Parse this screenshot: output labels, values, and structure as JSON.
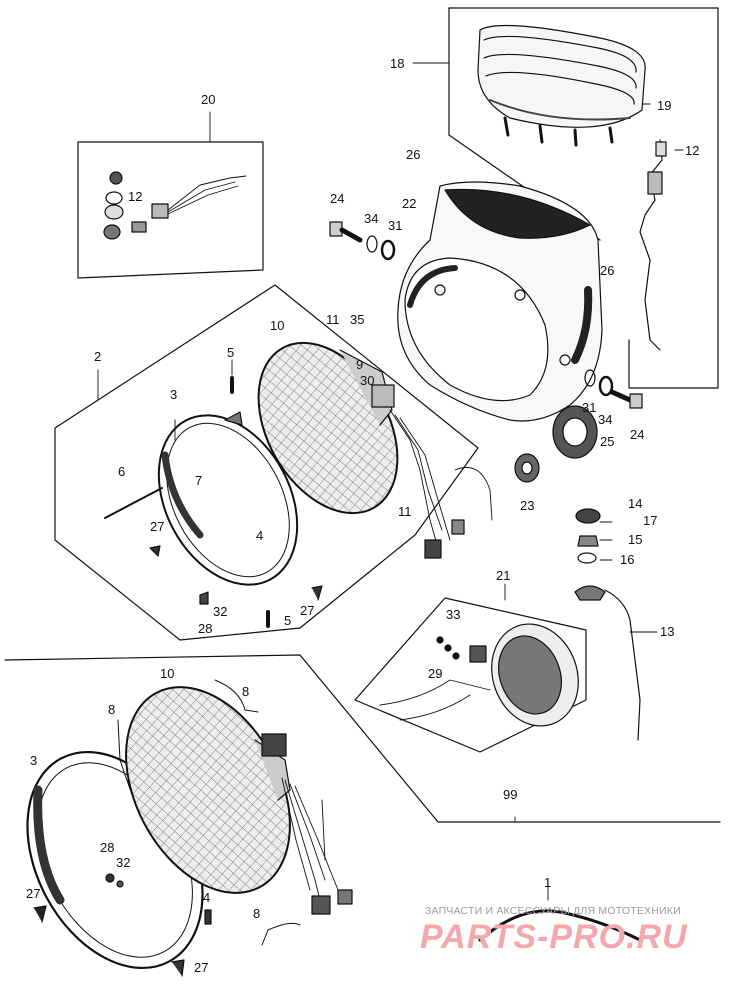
{
  "callouts": {
    "c1": "1",
    "c2": "2",
    "c3a": "3",
    "c3b": "3",
    "c4a": "4",
    "c4b": "4",
    "c5a": "5",
    "c5b": "5",
    "c6": "6",
    "c7": "7",
    "c8a": "8",
    "c8b": "8",
    "c8c": "8",
    "c9": "9",
    "c10a": "10",
    "c10b": "10",
    "c11a": "11",
    "c11b": "11",
    "c12a": "12",
    "c12b": "12",
    "c13": "13",
    "c14": "14",
    "c15": "15",
    "c16": "16",
    "c17": "17",
    "c18": "18",
    "c19": "19",
    "c20": "20",
    "c21": "21",
    "c22": "22",
    "c23": "23",
    "c24a": "24",
    "c24b": "24",
    "c25": "25",
    "c26a": "26",
    "c26b": "26",
    "c27a": "27",
    "c27b": "27",
    "c27c": "27",
    "c27d": "27",
    "c28a": "28",
    "c28b": "28",
    "c29": "29",
    "c30": "30",
    "c31a": "31",
    "c31b": "31",
    "c32a": "32",
    "c32b": "32",
    "c33": "33",
    "c34a": "34",
    "c34b": "34",
    "c35": "35",
    "c99": "99"
  },
  "watermark": {
    "caption": "ЗАПЧАСТИ И АКСЕССУАРЫ ДЛЯ МОТОТЕХНИКИ",
    "brand": "PARTS-PRO.RU",
    "color": "#f4a7ad"
  }
}
